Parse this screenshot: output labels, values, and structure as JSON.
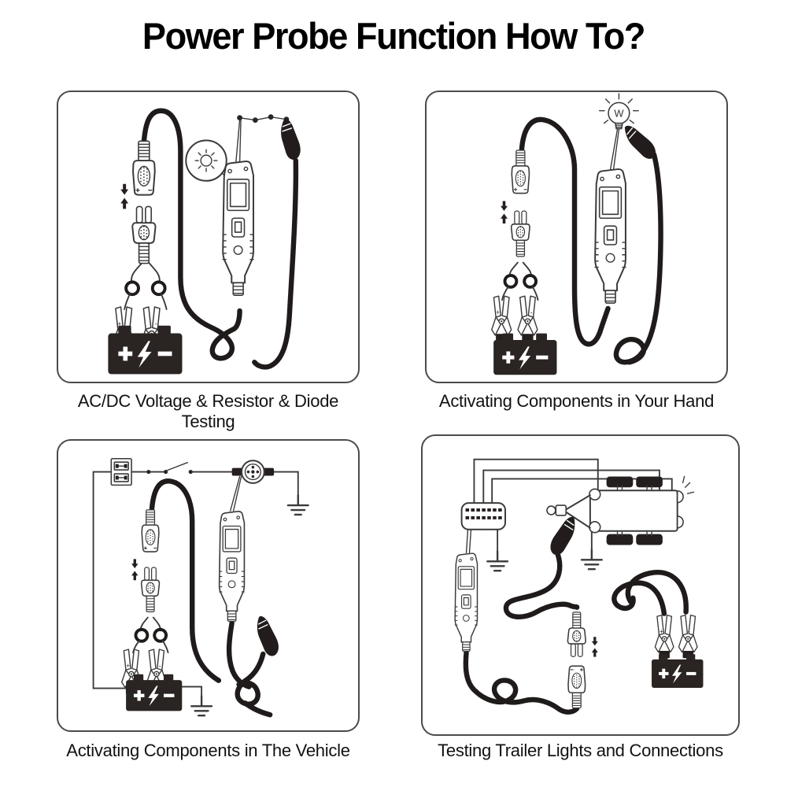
{
  "page": {
    "title": "Power Probe Function How To?",
    "background_color": "#ffffff",
    "line_color": "#3a3a3a",
    "cable_color": "#1f1b1a",
    "battery_color": "#2a2422"
  },
  "panels": {
    "acdc": {
      "caption": "AC/DC Voltage & Resistor & Diode Testing"
    },
    "hand": {
      "caption": "Activating Components in Your Hand",
      "bulb_label": "W"
    },
    "vehicle": {
      "caption": "Activating Components in The Vehicle"
    },
    "trailer": {
      "caption": "Testing Trailer Lights and Connections"
    }
  },
  "battery": {
    "symbols": "+ lightning-bolt -",
    "plus": "+",
    "minus": "-"
  },
  "clamps": {
    "plus": "+",
    "minus": "-"
  },
  "icons": [
    "power-probe",
    "battery",
    "battery-clamp",
    "alligator-clip",
    "quick-connector",
    "ground-symbol",
    "fuse-box",
    "motor",
    "switch",
    "trailer",
    "bulb",
    "indicator-light"
  ]
}
